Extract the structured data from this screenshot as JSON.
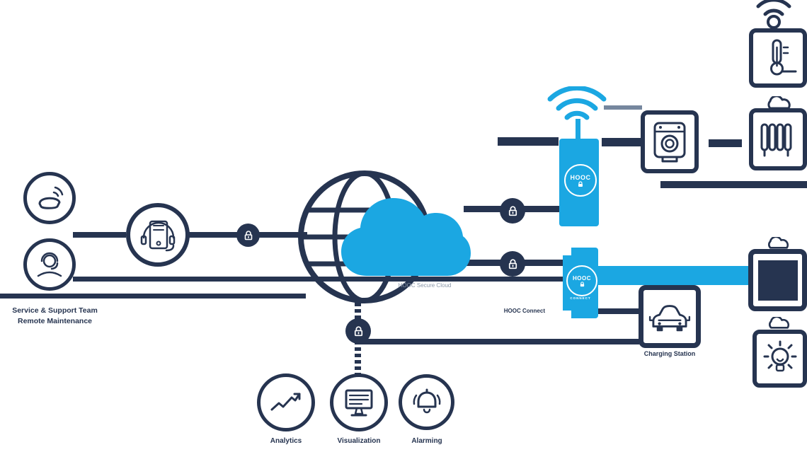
{
  "diagram": {
    "left_group": {
      "line1": "Service & Support Team",
      "line2": "Remote Maintenance"
    },
    "cloud": {
      "label": "HOOC Secure Cloud"
    },
    "gateway_wireless": {
      "logo": "HOOC"
    },
    "gateway_wired": {
      "logo": "HOOC",
      "logo_sub": "CONNECT",
      "label": "HOOC Connect"
    },
    "charging": {
      "label": "Charging Station"
    },
    "services": {
      "analytics": "Analytics",
      "visualization": "Visualization",
      "alarming": "Alarming"
    },
    "colors": {
      "navy": "#263450",
      "blue": "#1BA7E2",
      "gray": "#76879E"
    }
  }
}
